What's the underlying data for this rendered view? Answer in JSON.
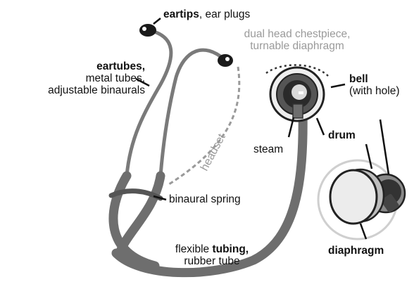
{
  "labels": {
    "eartips": {
      "bold": "eartips",
      "rest": ", ear plugs"
    },
    "eartubes": {
      "bold": "eartubes,",
      "line2": "metal tubes,",
      "line3": "adjustable binaurals"
    },
    "chestpiece": {
      "line1": "dual head chestpiece,",
      "line2": "turnable diaphragm"
    },
    "bell": {
      "bold": "bell",
      "line2": "(with hole)"
    },
    "headset": "headset",
    "steam": "steam",
    "drum": "drum",
    "binaural_spring": "binaural spring",
    "tubing": {
      "pre": "flexible ",
      "bold": "tubing,",
      "line2": "rubber tube"
    },
    "diaphragm": "diaphragm"
  },
  "colors": {
    "tube": "#6e6e6e",
    "dark": "#222222",
    "accent_gray": "#9a9a9a",
    "light_fill": "#ececec"
  }
}
